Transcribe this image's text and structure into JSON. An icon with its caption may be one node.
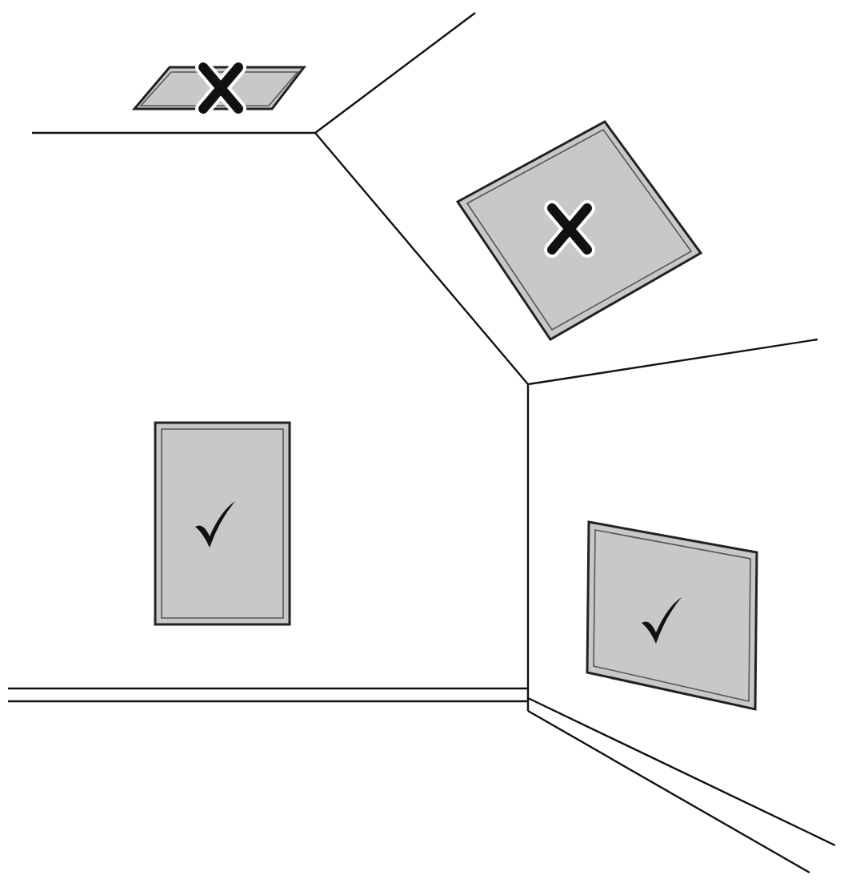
{
  "diagram": {
    "nodes": [
      {
        "text": [],
        "shape": "box"
      },
      {
        "text": [],
        "shape": "box"
      },
      {
        "text": [],
        "shape": "box"
      },
      {
        "text": [],
        "shape": "box"
      }
    ]
  }
}
